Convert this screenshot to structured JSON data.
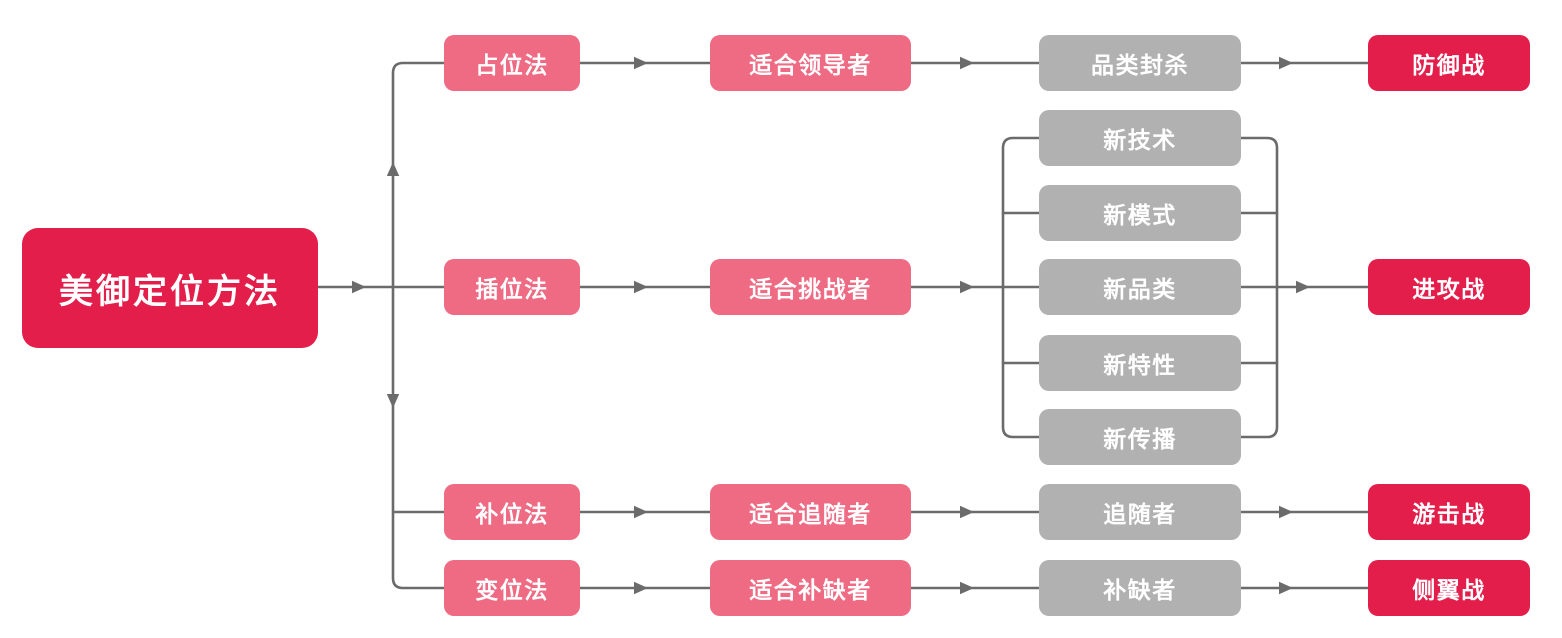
{
  "diagram": {
    "root": {
      "id": "root",
      "label": "美御定位方法"
    },
    "nodes": [
      {
        "id": "zhanwei",
        "label": "占位法",
        "variant": "pink"
      },
      {
        "id": "chawei",
        "label": "插位法",
        "variant": "pink"
      },
      {
        "id": "buwei",
        "label": "补位法",
        "variant": "pink"
      },
      {
        "id": "bianwei",
        "label": "变位法",
        "variant": "pink"
      },
      {
        "id": "leader",
        "label": "适合领导者",
        "variant": "pink"
      },
      {
        "id": "challenger",
        "label": "适合挑战者",
        "variant": "pink"
      },
      {
        "id": "follower",
        "label": "适合追随者",
        "variant": "pink"
      },
      {
        "id": "nicher",
        "label": "适合补缺者",
        "variant": "pink"
      },
      {
        "id": "fengsha",
        "label": "品类封杀",
        "variant": "gray"
      },
      {
        "id": "xinjishu",
        "label": "新技术",
        "variant": "gray"
      },
      {
        "id": "xinmoshi",
        "label": "新模式",
        "variant": "gray"
      },
      {
        "id": "xinpinlei",
        "label": "新品类",
        "variant": "gray"
      },
      {
        "id": "xintexing",
        "label": "新特性",
        "variant": "gray"
      },
      {
        "id": "xinchuanbo",
        "label": "新传播",
        "variant": "gray"
      },
      {
        "id": "zhuisuizhe",
        "label": "追随者",
        "variant": "gray"
      },
      {
        "id": "buquezhe",
        "label": "补缺者",
        "variant": "gray"
      },
      {
        "id": "fangyu",
        "label": "防御战",
        "variant": "crimson"
      },
      {
        "id": "jingong",
        "label": "进攻战",
        "variant": "crimson"
      },
      {
        "id": "youji",
        "label": "游击战",
        "variant": "crimson"
      },
      {
        "id": "ceyi",
        "label": "侧翼战",
        "variant": "crimson"
      }
    ],
    "edges": [
      {
        "from": "root",
        "to": "zhanwei"
      },
      {
        "from": "root",
        "to": "chawei"
      },
      {
        "from": "root",
        "to": "buwei"
      },
      {
        "from": "root",
        "to": "bianwei"
      },
      {
        "from": "zhanwei",
        "to": "leader"
      },
      {
        "from": "chawei",
        "to": "challenger"
      },
      {
        "from": "buwei",
        "to": "follower"
      },
      {
        "from": "bianwei",
        "to": "nicher"
      },
      {
        "from": "leader",
        "to": "fengsha"
      },
      {
        "from": "challenger",
        "to": "xinjishu"
      },
      {
        "from": "challenger",
        "to": "xinmoshi"
      },
      {
        "from": "challenger",
        "to": "xinpinlei"
      },
      {
        "from": "challenger",
        "to": "xintexing"
      },
      {
        "from": "challenger",
        "to": "xinchuanbo"
      },
      {
        "from": "follower",
        "to": "zhuisuizhe"
      },
      {
        "from": "nicher",
        "to": "buquezhe"
      },
      {
        "from": "fengsha",
        "to": "fangyu"
      },
      {
        "from": "xinpinlei",
        "to": "jingong"
      },
      {
        "from": "zhuisuizhe",
        "to": "youji"
      },
      {
        "from": "buquezhe",
        "to": "ceyi"
      }
    ],
    "colors": {
      "crimson": "#e41e4b",
      "pink": "#ee6b83",
      "gray": "#b1b1b1",
      "line": "#6b6b6b",
      "text": "#ffffff"
    }
  }
}
